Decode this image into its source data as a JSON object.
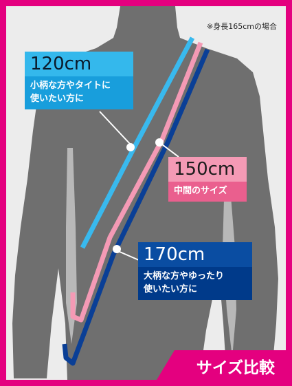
{
  "note": "※身長165cmの場合",
  "callouts": {
    "c120": {
      "size": "120cm",
      "desc_line1": "小柄な方やタイトに",
      "desc_line2": "使いたい方に"
    },
    "c150": {
      "size": "150cm",
      "desc_line1": "中間のサイズ"
    },
    "c170": {
      "size": "170cm",
      "desc_line1": "大柄な方やゆったり",
      "desc_line2": "使いたい方に"
    }
  },
  "badge": "サイズ比較",
  "colors": {
    "frame": "#e4007f",
    "silhouette": "#6f6f6f",
    "strap_120": "#39b9ee",
    "strap_150": "#f49ab5",
    "strap_170": "#0a3f96"
  }
}
